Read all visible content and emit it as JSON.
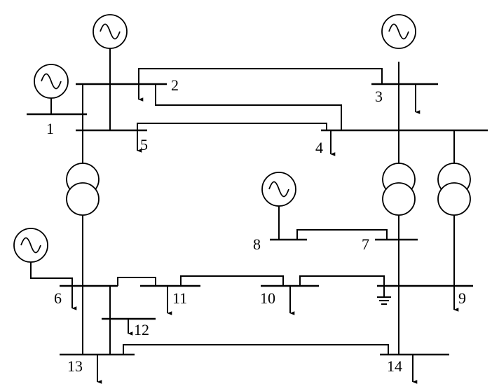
{
  "buses": [
    {
      "id": "bus1",
      "label": "1"
    },
    {
      "id": "bus2",
      "label": "2"
    },
    {
      "id": "bus3",
      "label": "3"
    },
    {
      "id": "bus4",
      "label": "4"
    },
    {
      "id": "bus5",
      "label": "5"
    },
    {
      "id": "bus6",
      "label": "6"
    },
    {
      "id": "bus7",
      "label": "7"
    },
    {
      "id": "bus8",
      "label": "8"
    },
    {
      "id": "bus9",
      "label": "9"
    },
    {
      "id": "bus10",
      "label": "10"
    },
    {
      "id": "bus11",
      "label": "11"
    },
    {
      "id": "bus12",
      "label": "12"
    },
    {
      "id": "bus13",
      "label": "13"
    },
    {
      "id": "bus14",
      "label": "14"
    }
  ],
  "generators": [
    "bus1",
    "bus2",
    "bus3",
    "bus6",
    "bus8"
  ],
  "loads": [
    "bus2",
    "bus3",
    "bus4",
    "bus5",
    "bus6",
    "bus9",
    "bus10",
    "bus11",
    "bus12",
    "bus13",
    "bus14"
  ],
  "transformers": [
    {
      "from": "bus5",
      "to": "bus6"
    },
    {
      "from": "bus4",
      "to": "bus7"
    },
    {
      "from": "bus4",
      "to": "bus9"
    }
  ],
  "branches": [
    {
      "from": "bus1",
      "to": "bus2"
    },
    {
      "from": "bus1",
      "to": "bus5"
    },
    {
      "from": "bus2",
      "to": "bus3"
    },
    {
      "from": "bus2",
      "to": "bus4"
    },
    {
      "from": "bus2",
      "to": "bus5"
    },
    {
      "from": "bus3",
      "to": "bus4"
    },
    {
      "from": "bus4",
      "to": "bus5"
    },
    {
      "from": "bus7",
      "to": "bus8"
    },
    {
      "from": "bus7",
      "to": "bus9"
    },
    {
      "from": "bus6",
      "to": "bus11"
    },
    {
      "from": "bus6",
      "to": "bus12"
    },
    {
      "from": "bus6",
      "to": "bus13"
    },
    {
      "from": "bus9",
      "to": "bus10"
    },
    {
      "from": "bus10",
      "to": "bus11"
    },
    {
      "from": "bus9",
      "to": "bus14"
    },
    {
      "from": "bus12",
      "to": "bus13"
    },
    {
      "from": "bus13",
      "to": "bus14"
    }
  ],
  "shunts": [
    "bus9"
  ]
}
